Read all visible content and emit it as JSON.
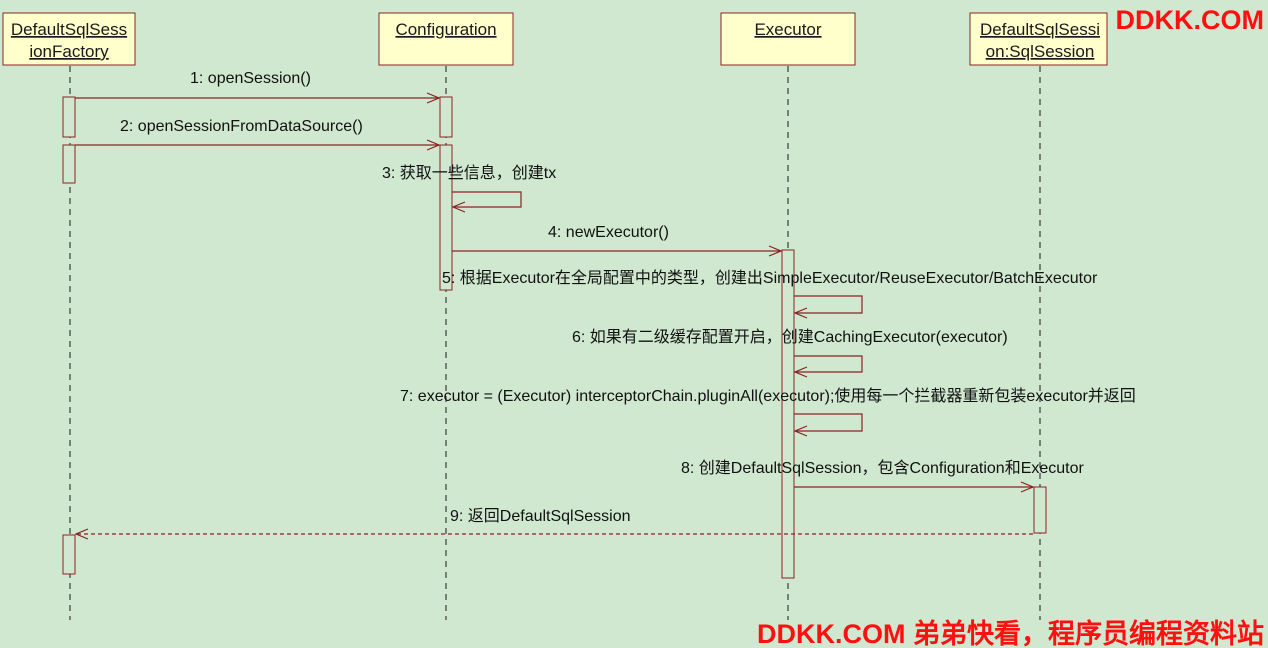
{
  "participants": [
    {
      "id": "factory",
      "line1": "DefaultSqlSess",
      "line2": "ionFactory"
    },
    {
      "id": "configuration",
      "line1": "Configuration",
      "line2": ""
    },
    {
      "id": "executor",
      "line1": "Executor",
      "line2": ""
    },
    {
      "id": "session",
      "line1": "DefaultSqlSessi",
      "line2": "on:SqlSession"
    }
  ],
  "messages": [
    {
      "id": "m1",
      "label": "1: openSession()",
      "type": "sync"
    },
    {
      "id": "m2",
      "label": "2: openSessionFromDataSource()",
      "type": "sync"
    },
    {
      "id": "m3",
      "label": "3: 获取一些信息，创建tx",
      "type": "self"
    },
    {
      "id": "m4",
      "label": "4: newExecutor()",
      "type": "sync"
    },
    {
      "id": "m5",
      "label": "5: 根据Executor在全局配置中的类型，创建出SimpleExecutor/ReuseExecutor/BatchExecutor",
      "type": "self"
    },
    {
      "id": "m6",
      "label": "6: 如果有二级缓存配置开启，创建CachingExecutor(executor)",
      "type": "self"
    },
    {
      "id": "m7",
      "label": "7: executor = (Executor) interceptorChain.pluginAll(executor);使用每一个拦截器重新包装executor并返回",
      "type": "self"
    },
    {
      "id": "m8",
      "label": "8: 创建DefaultSqlSession，包含Configuration和Executor",
      "type": "sync"
    },
    {
      "id": "m9",
      "label": "9: 返回DefaultSqlSession",
      "type": "return"
    }
  ],
  "watermark": {
    "top": "DDKK.COM",
    "bottom": "DDKK.COM 弟弟快看，程序员编程资料站"
  },
  "colors": {
    "background": "#cfe8cf",
    "box_fill": "#ffffcc",
    "line": "#8b2323",
    "watermark": "#ff1010"
  }
}
